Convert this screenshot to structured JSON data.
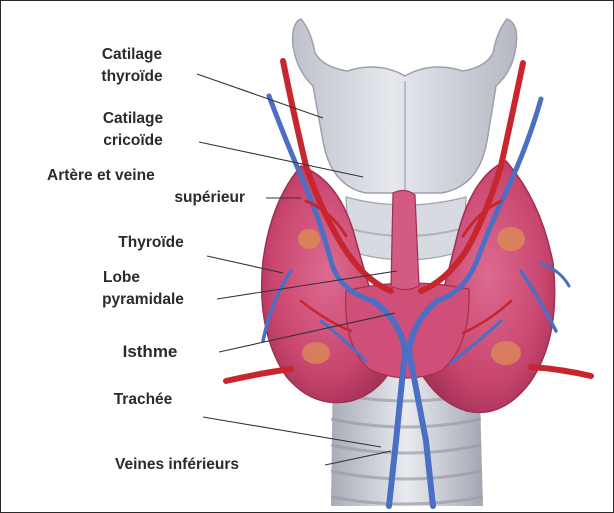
{
  "labels": {
    "cartilage_thyroid": [
      "Catilage",
      "thyroïde"
    ],
    "cartilage_cricoid": [
      "Catilage",
      "cricoïde"
    ],
    "superior_vessels": [
      "Artère et veine",
      "supérieur"
    ],
    "thyroid": "Thyroïde",
    "pyramidal_lobe": [
      "Lobe",
      "pyramidale"
    ],
    "isthmus": "Isthme",
    "trachea": "Trachée",
    "inferior_veins": "Veines inférieurs"
  },
  "colors": {
    "gland": "#cc4c75",
    "gland_dark": "#a63358",
    "cartilage": "#d4d6de",
    "artery": "#c8262f",
    "vein": "#4a6fc4",
    "nodule": "#d9865a",
    "text": "#2b2b2b",
    "leader": "#333333"
  }
}
